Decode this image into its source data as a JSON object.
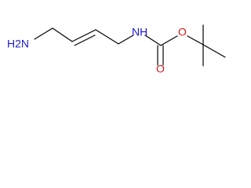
{
  "molecule": {
    "atoms": {
      "amine_nitrogen": "H2N",
      "carbamate_nitrogen": "NH",
      "carbonyl_oxygen": "O",
      "ester_oxygen": "O"
    },
    "colors": {
      "nitrogen": "#1a1ad6",
      "oxygen": "#d61a1a",
      "bond": "#000000",
      "background": "#ffffff"
    }
  }
}
